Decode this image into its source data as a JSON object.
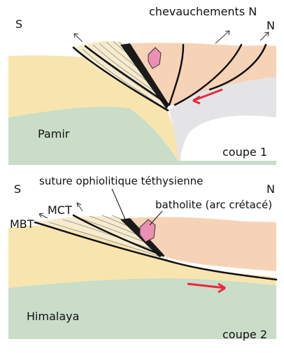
{
  "panels": [
    {
      "left_label": "S",
      "right_label": "N",
      "thrust_label": "chevauchements N",
      "basement_label": "Pamir",
      "caption": "coupe 1"
    },
    {
      "left_label": "S",
      "right_label": "N",
      "suture_label": "suture ophiolitique téthysienne",
      "batholith_label": "batholite (arc crétacé)",
      "mct_label": "MCT",
      "mbt_label": "MBT",
      "basement_label": "Himalaya",
      "caption": "coupe 2"
    }
  ],
  "colors": {
    "basement": "#c9ddc8",
    "sediments": "#f8e4ae",
    "wedge": "#f6ebcc",
    "forearc": "#f6d3b6",
    "oceanic": "#e4e4e6",
    "ophiolite": "#1a1a1a",
    "batholith": "#ec8fb4",
    "arrow": "#e8283c"
  }
}
